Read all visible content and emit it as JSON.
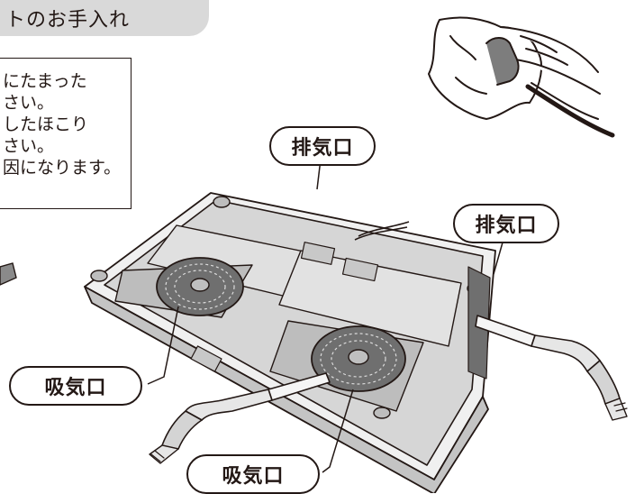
{
  "header": {
    "title": "トのお手入れ"
  },
  "note": {
    "lines": [
      "にたまった",
      "さい。",
      "したほこり",
      "さい。",
      "因になります。"
    ]
  },
  "labels": {
    "exhaust_top": "排気口",
    "exhaust_right": "排気口",
    "intake_left": "吸気口",
    "intake_bottom": "吸気口"
  }
}
